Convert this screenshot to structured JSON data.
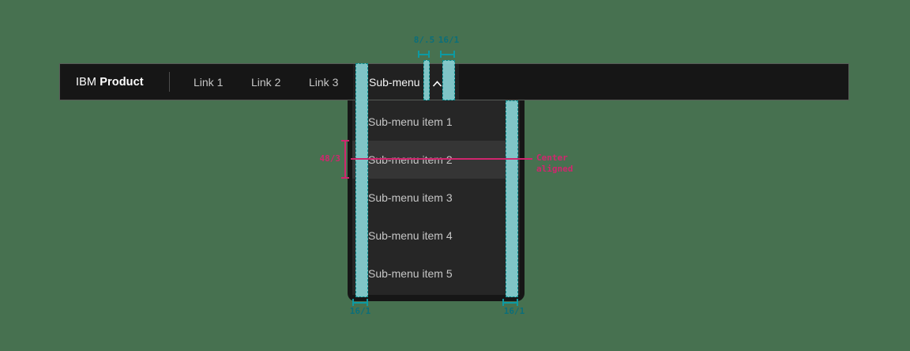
{
  "page": {
    "background_color": "#477150"
  },
  "header": {
    "brand": {
      "prefix": "IBM",
      "name": "Product"
    },
    "links": [
      {
        "label": "Link 1"
      },
      {
        "label": "Link 2"
      },
      {
        "label": "Link 3"
      }
    ],
    "submenu_trigger": {
      "label": "Sub-menu",
      "state": "expanded",
      "chevron_icon": "chevron-up"
    },
    "colors": {
      "bar_bg": "#161616",
      "link_text": "#c6c6c6",
      "brand_text": "#ffffff"
    }
  },
  "dropdown": {
    "items": [
      {
        "label": "Sub-menu item 1",
        "active": false
      },
      {
        "label": "Sub-menu item 2",
        "active": true
      },
      {
        "label": "Sub-menu item 3",
        "active": false
      },
      {
        "label": "Sub-menu item 4",
        "active": false
      },
      {
        "label": "Sub-menu item 5",
        "active": false
      }
    ],
    "colors": {
      "panel_bg": "#262626",
      "active_item_bg": "#353535",
      "item_text": "#c6c6c6"
    }
  },
  "annotations": {
    "colors": {
      "spacing_overlay_fill": "#85ced0",
      "spacing_overlay_border": "#0b8e90",
      "spacing_label_text": "#0b6f7a",
      "measure_mark": "#0d9aa2",
      "magenta": "#d0266e"
    },
    "top_measurements": [
      {
        "label": "8/.5",
        "measures": "gap between Sub-menu label and chevron"
      },
      {
        "label": "16/1",
        "measures": "right padding after chevron"
      }
    ],
    "bottom_measurements": [
      {
        "label": "16/1",
        "measures": "dropdown left padding"
      },
      {
        "label": "16/1",
        "measures": "dropdown right padding"
      }
    ],
    "item_height_measurement": {
      "label": "48/3",
      "measures": "menu item height"
    },
    "alignment_note": {
      "label": "Center aligned"
    }
  }
}
